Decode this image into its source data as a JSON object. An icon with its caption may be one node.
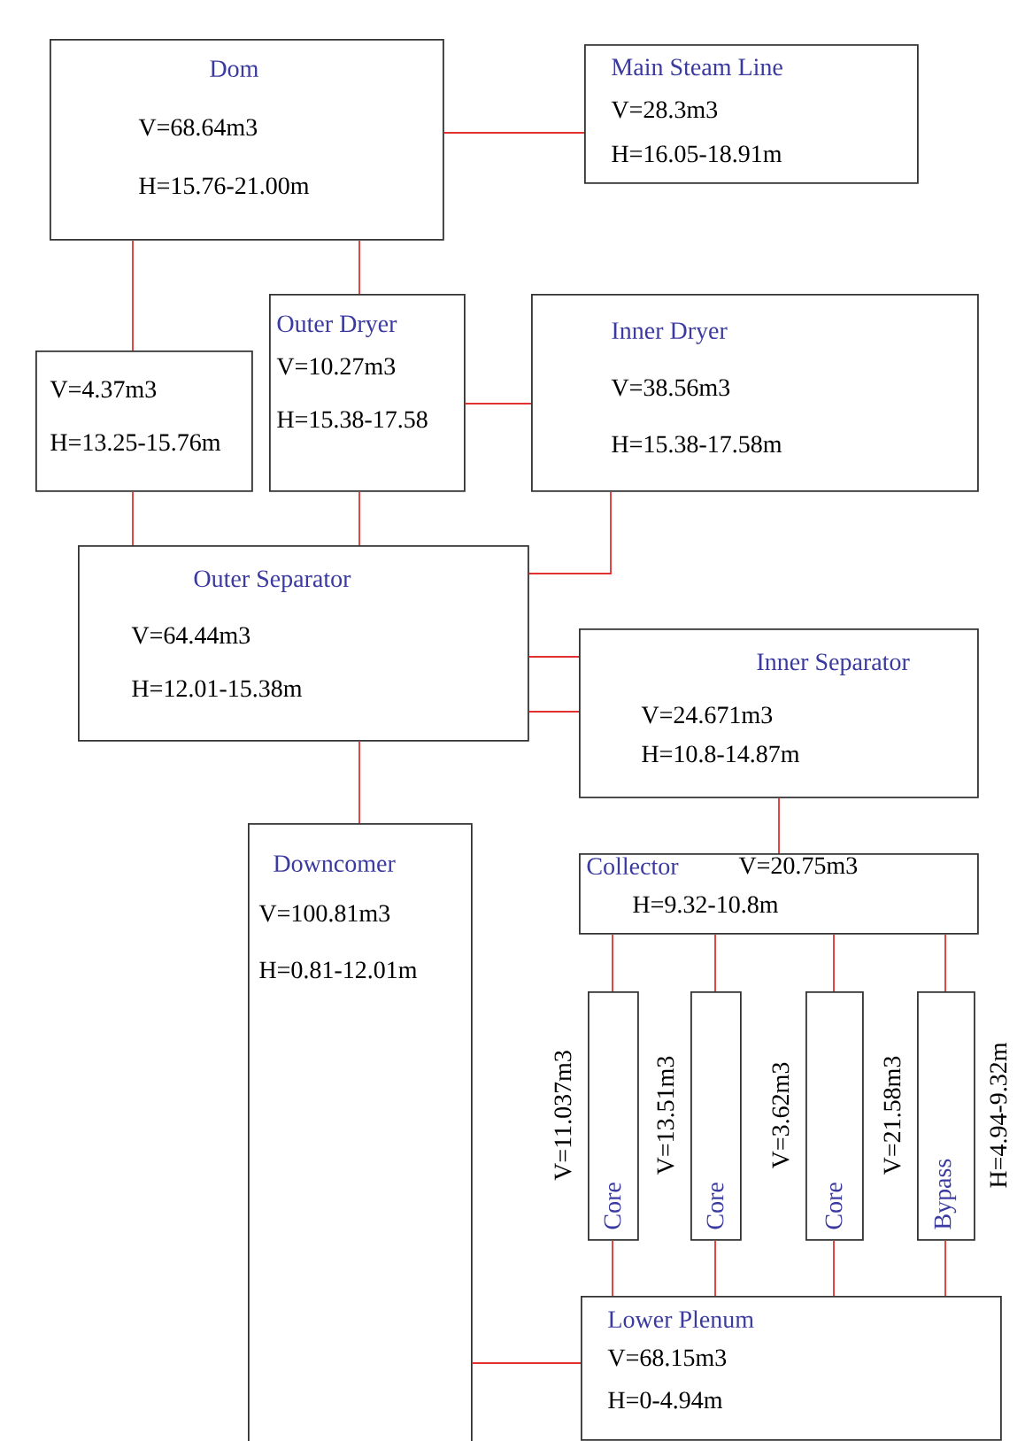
{
  "diagram": {
    "nodes": [
      {
        "text": [
          "Dom",
          "V=68.64m3",
          "H=15.76-21.00m"
        ]
      },
      {
        "text": [
          "Main Steam Line",
          "V=28.3m3",
          "H=16.05-18.91m"
        ]
      },
      {
        "text": [
          "V=4.37m3",
          "H=13.25-15.76m"
        ]
      },
      {
        "text": [
          "Outer Dryer",
          "V=10.27m3",
          "H=15.38-17.58"
        ]
      },
      {
        "text": [
          "Inner Dryer",
          "V=38.56m3",
          "H=15.38-17.58m"
        ]
      },
      {
        "text": [
          "Outer Separator",
          "V=64.44m3",
          "H=12.01-15.38m"
        ]
      },
      {
        "text": [
          "Inner Separator",
          "V=24.671m3",
          "H=10.8-14.87m"
        ]
      },
      {
        "text": [
          "Downcomer",
          "V=100.81m3",
          "H=0.81-12.01m"
        ]
      },
      {
        "text": [
          "Collector",
          "V=20.75m3",
          "H=9.32-10.8m"
        ]
      },
      {
        "text": [
          "Core"
        ],
        "beside": [
          "V=11.037m3"
        ]
      },
      {
        "text": [
          "Core"
        ],
        "beside": [
          "V=13.51m3"
        ]
      },
      {
        "text": [
          "Core"
        ],
        "beside": [
          "V=3.62m3"
        ]
      },
      {
        "text": [
          "Bypass"
        ],
        "beside": [
          "V=21.58m3",
          "H=4.94-9.32m"
        ]
      },
      {
        "text": [
          "Lower Plenum",
          "V=68.15m3",
          "H=0-4.94m"
        ]
      }
    ],
    "edges": [
      {
        "from": 0,
        "to": 1,
        "arrow": "none"
      },
      {
        "from": 0,
        "to": 2,
        "arrow": "none"
      },
      {
        "from": 0,
        "to": 3,
        "arrow": "none"
      },
      {
        "from": 3,
        "to": 4,
        "arrow": "none"
      },
      {
        "from": 2,
        "to": 5,
        "arrow": "none"
      },
      {
        "from": 3,
        "to": 5,
        "arrow": "none"
      },
      {
        "from": 4,
        "to": 5,
        "arrow": "none"
      },
      {
        "from": 5,
        "to": 6,
        "arrow": "none"
      },
      {
        "from": 5,
        "to": 6,
        "arrow": "none"
      },
      {
        "from": 5,
        "to": 7,
        "arrow": "none"
      },
      {
        "from": 6,
        "to": 8,
        "arrow": "none"
      },
      {
        "from": 8,
        "to": 9,
        "arrow": "none"
      },
      {
        "from": 8,
        "to": 10,
        "arrow": "none"
      },
      {
        "from": 8,
        "to": 11,
        "arrow": "none"
      },
      {
        "from": 8,
        "to": 12,
        "arrow": "none"
      },
      {
        "from": 9,
        "to": 13,
        "arrow": "none"
      },
      {
        "from": 10,
        "to": 13,
        "arrow": "none"
      },
      {
        "from": 11,
        "to": 13,
        "arrow": "none"
      },
      {
        "from": 12,
        "to": 13,
        "arrow": "none"
      },
      {
        "from": 7,
        "to": 13,
        "arrow": "none"
      }
    ]
  }
}
